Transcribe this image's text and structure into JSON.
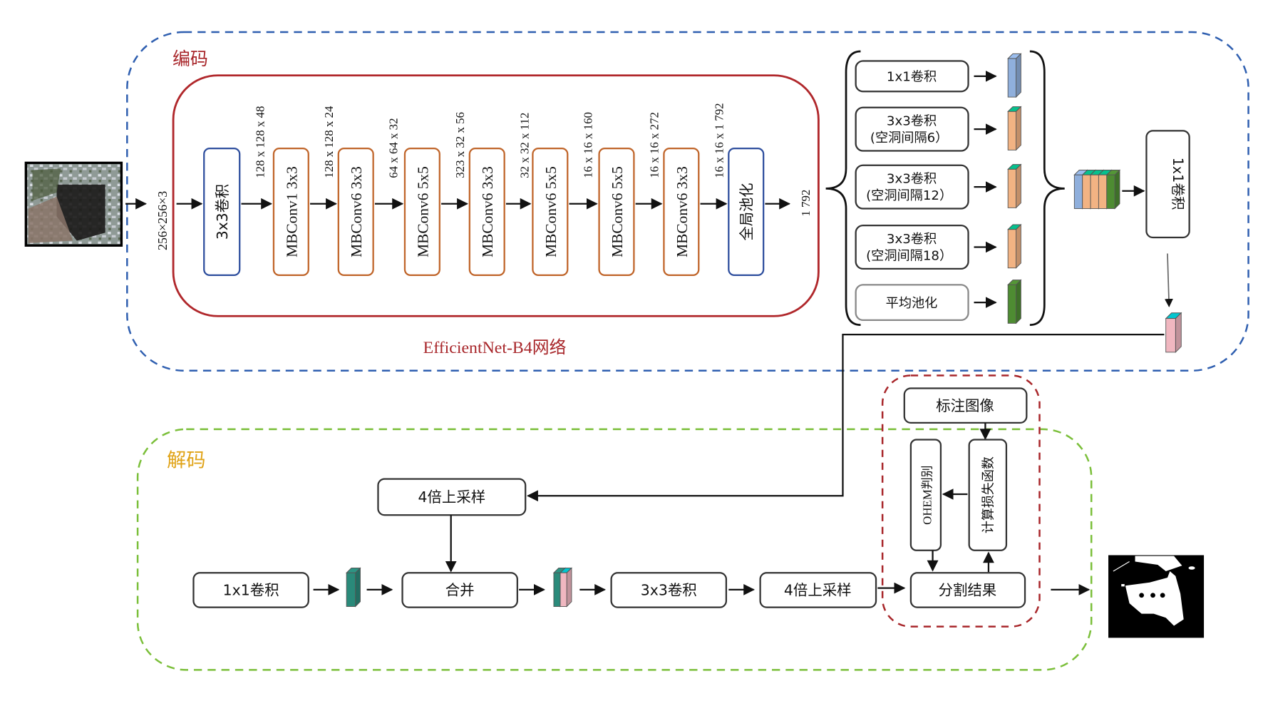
{
  "colors": {
    "encoder_border": "#2f5fb0",
    "decoder_border": "#7bbf3a",
    "backbone_border": "#b0272b",
    "loss_border": "#a8262a",
    "encoder_label": "#a8262a",
    "decoder_label": "#e0a317",
    "blue_block": "#8fafdc",
    "orange_block": "#f2b383",
    "green_block": "#4e8c32",
    "pink_block": "#f0b7c0",
    "teal_block": "#2a8a7a"
  },
  "encoder": {
    "label": "编码",
    "backbone_label": "EfficientNet-B4网络",
    "input_size": "256×256×3",
    "blocks": [
      {
        "label": "3x3卷积",
        "out": "128 x 128 x 48",
        "kind": "blue"
      },
      {
        "label": "MBConv1 3x3",
        "out": "128 x 128 x 24",
        "kind": "orange"
      },
      {
        "label": "MBConv6 3x3",
        "out": "64 x 64 x 32",
        "kind": "orange"
      },
      {
        "label": "MBConv6 5x5",
        "out": "323 x 32 x 56",
        "kind": "orange"
      },
      {
        "label": "MBConv6 3x3",
        "out": "32 x 32 x 112",
        "kind": "orange"
      },
      {
        "label": "MBConv6 5x5",
        "out": "16 x 16 x 160",
        "kind": "orange"
      },
      {
        "label": "MBConv6 5x5",
        "out": "16 x 16 x 272",
        "kind": "orange"
      },
      {
        "label": "MBConv6 3x3",
        "out": "16 x 16 x 1 792",
        "kind": "orange"
      },
      {
        "label": "全局池化",
        "out": "1 792",
        "kind": "blue"
      }
    ],
    "aspp": [
      {
        "line1": "1x1卷积",
        "line2": "",
        "color": "blue"
      },
      {
        "line1": "3x3卷积",
        "line2": "(空洞间隔6）",
        "color": "orange"
      },
      {
        "line1": "3x3卷积",
        "line2": "(空洞间隔12）",
        "color": "orange"
      },
      {
        "line1": "3x3卷积",
        "line2": "(空洞间隔18）",
        "color": "orange"
      },
      {
        "line1": "平均池化",
        "line2": "",
        "color": "green"
      }
    ],
    "final_conv": "1x1卷积"
  },
  "decoder": {
    "label": "解码",
    "upsample_top": "4倍上采样",
    "conv1x1": "1x1卷积",
    "merge": "合并",
    "conv3x3": "3x3卷积",
    "upsample_bottom": "4倍上采样",
    "seg_result": "分割结果",
    "annotation": "标注图像",
    "ohem": "OHEM判别",
    "loss": "计算损失函数"
  }
}
